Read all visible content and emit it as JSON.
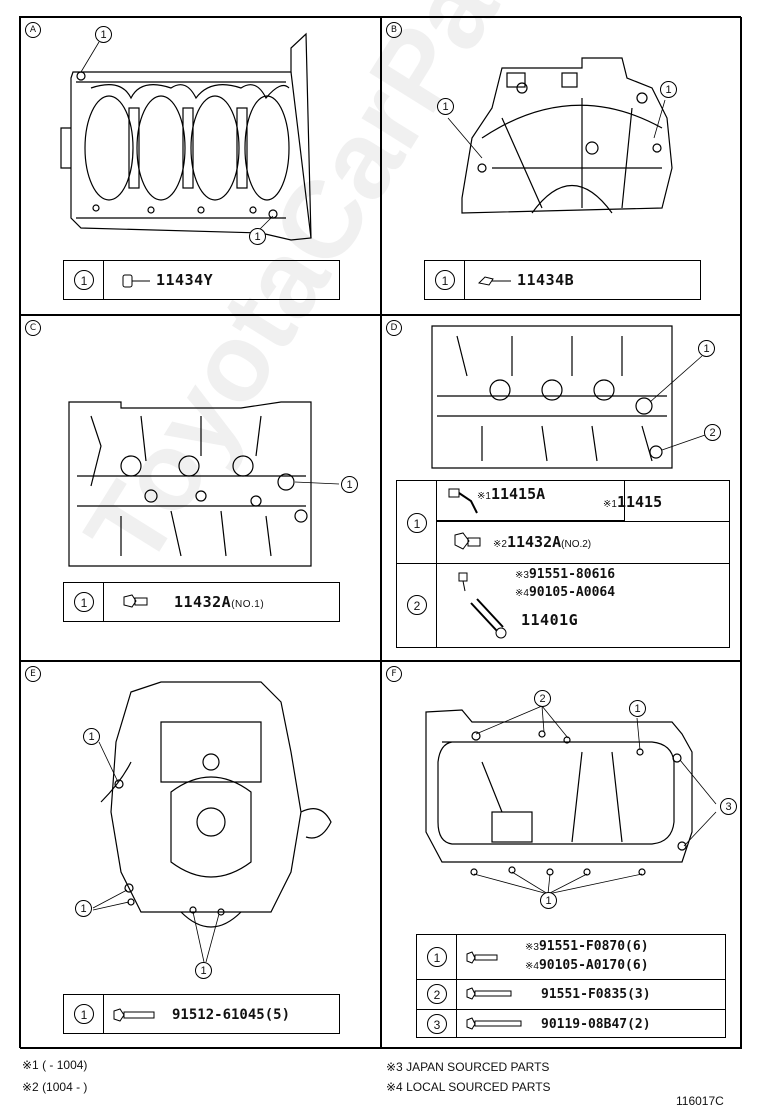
{
  "panels": [
    {
      "id": "A",
      "label": "A",
      "rows": [
        {
          "num": "1",
          "part": "11434Y"
        }
      ]
    },
    {
      "id": "B",
      "label": "B",
      "rows": [
        {
          "num": "1",
          "part": "11434B"
        }
      ]
    },
    {
      "id": "C",
      "label": "C",
      "rows": [
        {
          "num": "1",
          "part": "11432A",
          "note": "(NO.1)"
        }
      ]
    },
    {
      "id": "D",
      "label": "D",
      "rows": [
        {
          "num": "1",
          "lines": [
            {
              "mark": "※1",
              "part": "11415A"
            },
            {
              "mark": "※1",
              "part": "11415"
            },
            {
              "mark": "※2",
              "part": "11432A",
              "note": "(NO.2)"
            }
          ]
        },
        {
          "num": "2",
          "lines": [
            {
              "mark": "※3",
              "part": "91551-80616"
            },
            {
              "mark": "※4",
              "part": "90105-A0064"
            },
            {
              "mark": "",
              "part": "11401G"
            }
          ]
        }
      ]
    },
    {
      "id": "E",
      "label": "E",
      "rows": [
        {
          "num": "1",
          "part": "91512-61045(5)"
        }
      ]
    },
    {
      "id": "F",
      "label": "F",
      "rows": [
        {
          "num": "1",
          "lines": [
            {
              "mark": "※3",
              "part": "91551-F0870(6)"
            },
            {
              "mark": "※4",
              "part": "90105-A0170(6)"
            }
          ]
        },
        {
          "num": "2",
          "lines": [
            {
              "mark": "",
              "part": "91551-F0835(3)"
            }
          ]
        },
        {
          "num": "3",
          "lines": [
            {
              "mark": "",
              "part": "90119-08B47(2)"
            }
          ]
        }
      ]
    }
  ],
  "callouts": {
    "one": "1",
    "two": "2",
    "three": "3"
  },
  "footnotes": {
    "n1": "※1 (      - 1004)",
    "n2": "※2 (1004 -       )",
    "n3": "※3 JAPAN SOURCED PARTS",
    "n4": "※4 LOCAL SOURCED PARTS"
  },
  "figure_code": "116017C"
}
